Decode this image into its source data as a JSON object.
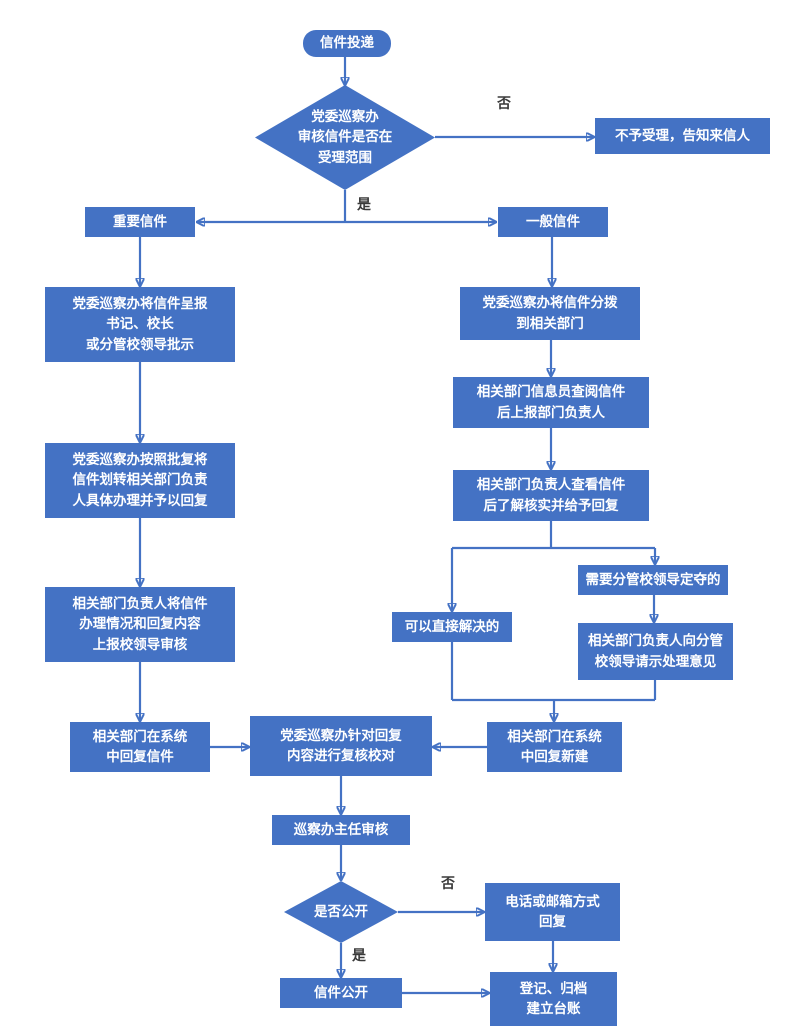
{
  "colors": {
    "node_fill": "#4472c4",
    "node_text": "#ffffff",
    "arrow": "#4472c4",
    "edge_label_text": "#3a3a3a",
    "background": "#ffffff"
  },
  "nodes": {
    "start": "信件投递",
    "scope_check": "党委巡察办\n审核信件是否在\n受理范围",
    "reject": "不予受理，告知来信人",
    "important": "重要信件",
    "general": "一般信件",
    "left_report": "党委巡察办将信件呈报\n书记、校长\n或分管校领导批示",
    "left_transfer": "党委巡察办按照批复将\n信件划转相关部门负责\n人具体办理并予以回复",
    "left_review": "相关部门负责人将信件\n办理情况和回复内容\n上报校领导审核",
    "left_reply": "相关部门在系统\n中回复信件",
    "right_dispatch": "党委巡察办将信件分拨\n到相关部门",
    "right_inform": "相关部门信息员查阅信件\n后上报部门负责人",
    "right_verify": "相关部门负责人查看信件\n后了解核实并给予回复",
    "direct": "可以直接解决的",
    "need_leader": "需要分管校领导定夺的",
    "ask_leader": "相关部门负责人向分管\n校领导请示处理意见",
    "right_reply": "相关部门在系统\n中回复新建",
    "center_review": "党委巡察办针对回复\n内容进行复核校对",
    "director_review": "巡察办主任审核",
    "is_public": "是否公开",
    "phone_email": "电话或邮箱方式\n回复",
    "letter_public": "信件公开",
    "register": "登记、归档\n建立台账"
  },
  "edge_labels": {
    "scope_no": "否",
    "scope_yes": "是",
    "public_no": "否",
    "public_yes": "是"
  }
}
